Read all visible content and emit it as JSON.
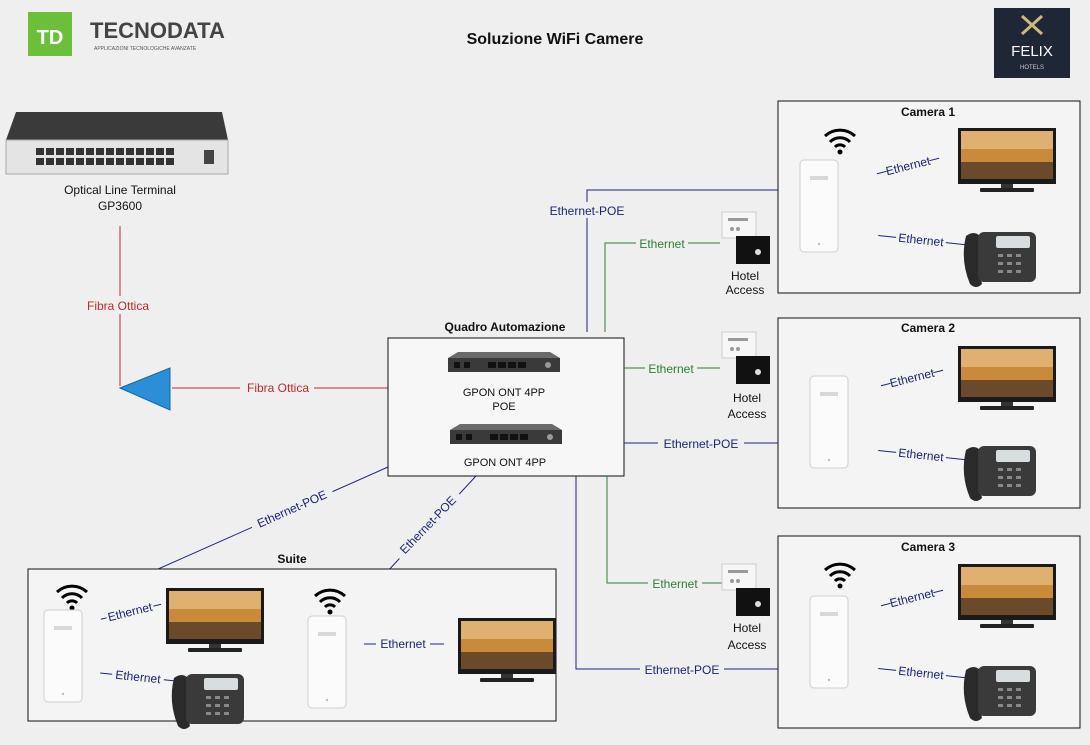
{
  "page": {
    "title": "Soluzione WiFi Camere"
  },
  "brand": {
    "left_logo_mark": "TD",
    "left_name": "TECNODATA",
    "left_tagline": "APPLICAZIONI TECNOLOGICHE AVANZATE",
    "right_name": "FELIX",
    "right_sub": "HOTELS",
    "colors": {
      "tecnodata_green": "#6bbf3a",
      "felix_bg": "#1f2636"
    }
  },
  "olt": {
    "line1": "Optical Line Terminal",
    "line2": "GP3600"
  },
  "links": {
    "fibra": "Fibra Ottica",
    "ethernet": "Ethernet",
    "ethernet_poe": "Ethernet-POE",
    "colors": {
      "fibra": "#c62828",
      "ethernet": "#2e7d32",
      "poe": "#1a237e"
    }
  },
  "quadro": {
    "title": "Quadro Automazione",
    "device1_line1": "GPON ONT 4PP",
    "device1_line2": "POE",
    "device2": "GPON ONT 4PP"
  },
  "hotel_access": {
    "line1": "Hotel",
    "line2": "Access"
  },
  "rooms": {
    "camera1": "Camera 1",
    "camera2": "Camera 2",
    "camera3": "Camera 3",
    "suite": "Suite"
  }
}
